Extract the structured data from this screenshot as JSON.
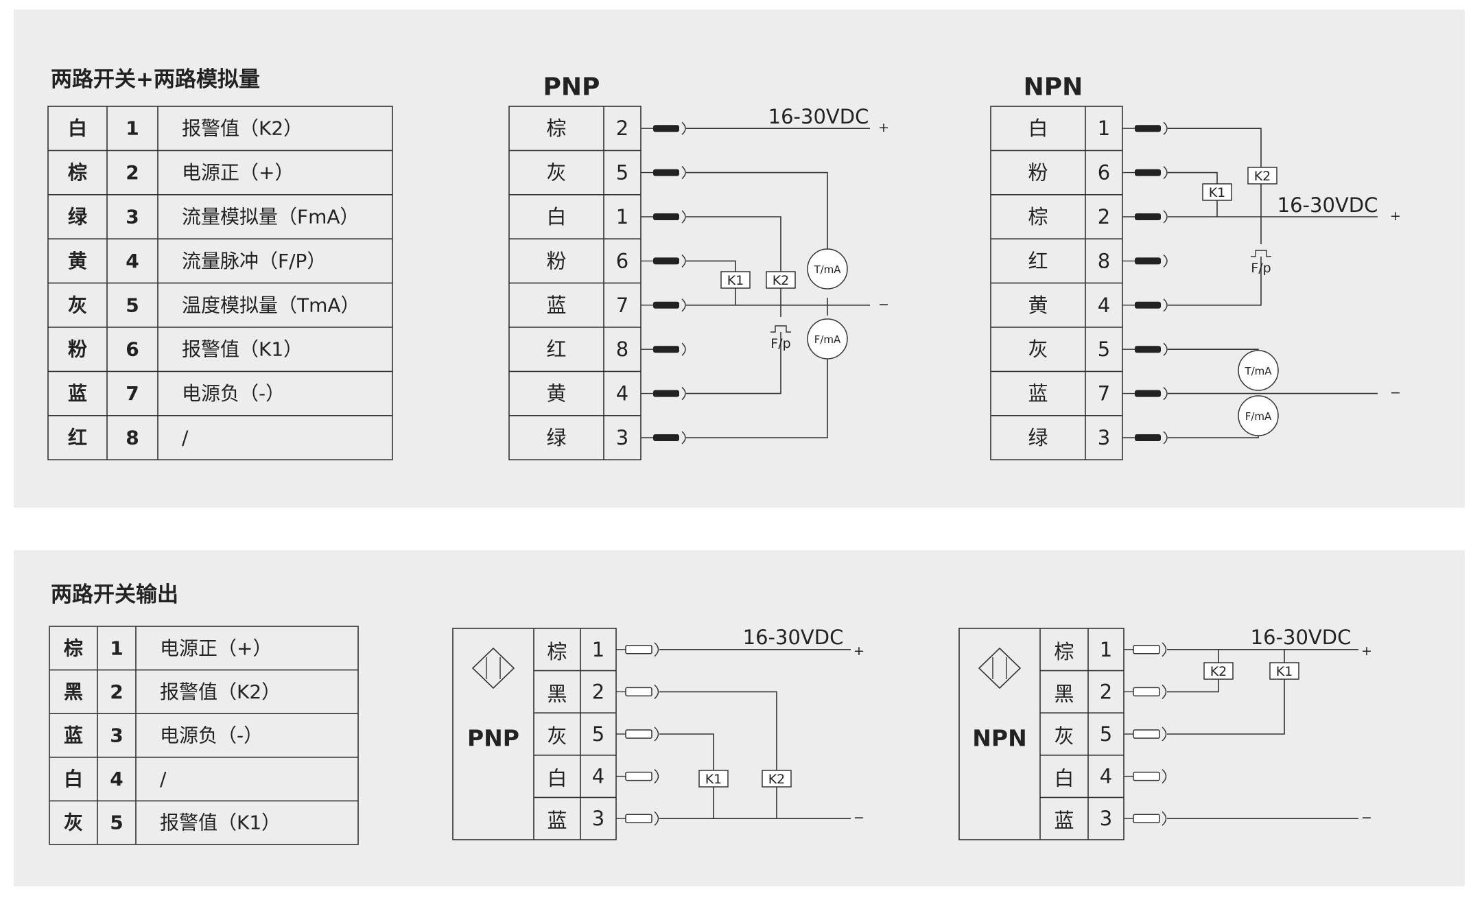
{
  "top": {
    "title": "两路开关+两路模拟量",
    "pin_table": [
      {
        "color": "白",
        "pin": "1",
        "func": "报警值（K2）"
      },
      {
        "color": "棕",
        "pin": "2",
        "func": "电源正（+）"
      },
      {
        "color": "绿",
        "pin": "3",
        "func": "流量模拟量（FmA）"
      },
      {
        "color": "黄",
        "pin": "4",
        "func": "流量脉冲（F/P）"
      },
      {
        "color": "灰",
        "pin": "5",
        "func": "温度模拟量（TmA）"
      },
      {
        "color": "粉",
        "pin": "6",
        "func": "报警值（K1）"
      },
      {
        "color": "蓝",
        "pin": "7",
        "func": "电源负（-）"
      },
      {
        "color": "红",
        "pin": "8",
        "func": "/"
      }
    ],
    "pnp": {
      "heading": "PNP",
      "rows": [
        {
          "color": "棕",
          "pin": "2"
        },
        {
          "color": "灰",
          "pin": "5"
        },
        {
          "color": "白",
          "pin": "1"
        },
        {
          "color": "粉",
          "pin": "6"
        },
        {
          "color": "蓝",
          "pin": "7"
        },
        {
          "color": "红",
          "pin": "8"
        },
        {
          "color": "黄",
          "pin": "4"
        },
        {
          "color": "绿",
          "pin": "3"
        }
      ],
      "supply": "16-30VDC",
      "plus": "+",
      "minus": "−",
      "k1": "K1",
      "k2": "K2",
      "pulse": "F/p",
      "tma": "T/mA",
      "fma": "F/mA"
    },
    "npn": {
      "heading": "NPN",
      "rows": [
        {
          "color": "白",
          "pin": "1"
        },
        {
          "color": "粉",
          "pin": "6"
        },
        {
          "color": "棕",
          "pin": "2"
        },
        {
          "color": "红",
          "pin": "8"
        },
        {
          "color": "黄",
          "pin": "4"
        },
        {
          "color": "灰",
          "pin": "5"
        },
        {
          "color": "蓝",
          "pin": "7"
        },
        {
          "color": "绿",
          "pin": "3"
        }
      ],
      "supply": "16-30VDC",
      "plus": "+",
      "minus": "−",
      "k1": "K1",
      "k2": "K2",
      "pulse": "F/p",
      "tma": "T/mA",
      "fma": "F/mA"
    }
  },
  "bottom": {
    "title": "两路开关输出",
    "pin_table": [
      {
        "color": "棕",
        "pin": "1",
        "func": "电源正（+）"
      },
      {
        "color": "黑",
        "pin": "2",
        "func": "报警值（K2）"
      },
      {
        "color": "蓝",
        "pin": "3",
        "func": "电源负（-）"
      },
      {
        "color": "白",
        "pin": "4",
        "func": "/"
      },
      {
        "color": "灰",
        "pin": "5",
        "func": "报警值（K1）"
      }
    ],
    "pnp": {
      "label": "PNP",
      "rows": [
        {
          "color": "棕",
          "pin": "1"
        },
        {
          "color": "黑",
          "pin": "2"
        },
        {
          "color": "灰",
          "pin": "5"
        },
        {
          "color": "白",
          "pin": "4"
        },
        {
          "color": "蓝",
          "pin": "3"
        }
      ],
      "supply": "16-30VDC",
      "plus": "+",
      "minus": "−",
      "k1": "K1",
      "k2": "K2"
    },
    "npn": {
      "label": "NPN",
      "rows": [
        {
          "color": "棕",
          "pin": "1"
        },
        {
          "color": "黑",
          "pin": "2"
        },
        {
          "color": "灰",
          "pin": "5"
        },
        {
          "color": "白",
          "pin": "4"
        },
        {
          "color": "蓝",
          "pin": "3"
        }
      ],
      "supply": "16-30VDC",
      "plus": "+",
      "minus": "−",
      "k1": "K1",
      "k2": "K2"
    }
  },
  "colors": {
    "background": "#ededed",
    "line": "#333333",
    "connector": "#222222"
  }
}
